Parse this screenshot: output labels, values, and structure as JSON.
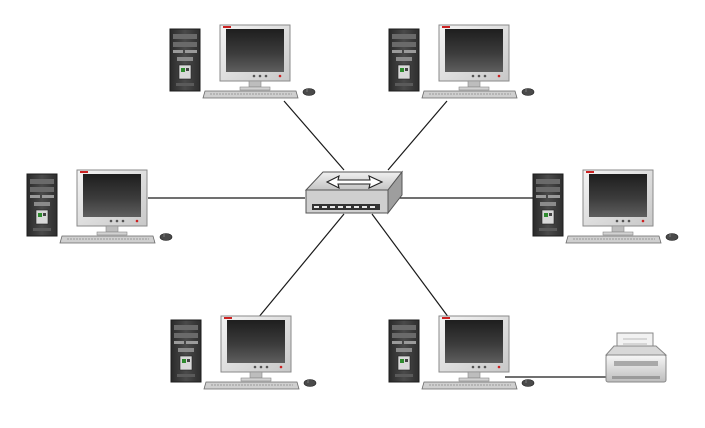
{
  "diagram": {
    "topology": "star",
    "hub": {
      "icon": "network-switch-icon"
    },
    "workstations": [
      {
        "id": "pc-top-left",
        "icon": "desktop-computer-icon"
      },
      {
        "id": "pc-top-right",
        "icon": "desktop-computer-icon"
      },
      {
        "id": "pc-mid-left",
        "icon": "desktop-computer-icon"
      },
      {
        "id": "pc-mid-right",
        "icon": "desktop-computer-icon"
      },
      {
        "id": "pc-bottom-left",
        "icon": "desktop-computer-icon"
      },
      {
        "id": "pc-bottom-right",
        "icon": "desktop-computer-icon"
      }
    ],
    "peripherals": [
      {
        "id": "printer",
        "icon": "printer-icon",
        "attached_to": "pc-bottom-right"
      }
    ],
    "colors": {
      "cable": "#1a1a1a",
      "case": "#3a3a3a",
      "screen": "#2f2f2f",
      "bezel": "#e6e6e6",
      "switch_body": "#d9d9d9",
      "accent_red": "#cc2222"
    }
  }
}
